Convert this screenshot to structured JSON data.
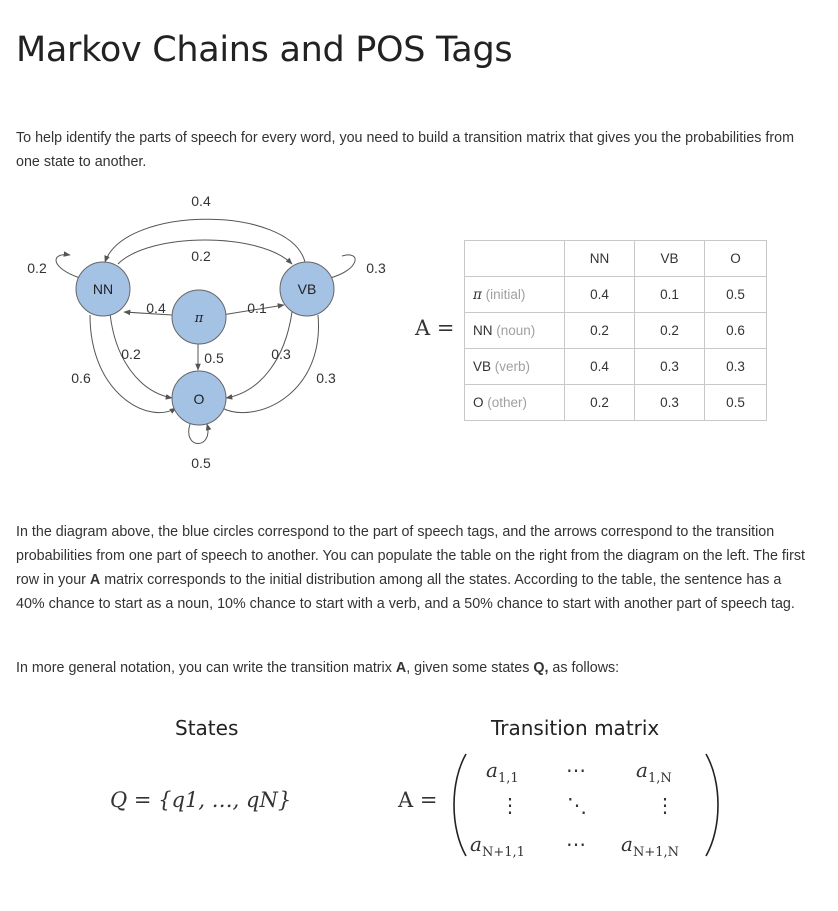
{
  "page": {
    "title": "Markov Chains and POS Tags",
    "intro": "To help identify the parts of speech for every word, you need to build a transition matrix that gives you the probabilities from one state to another.",
    "explain_parts": [
      "In the diagram above, the blue circles correspond to the part of speech tags, and the arrows correspond to the transition probabilities from one part of speech to another. You can populate the table on the right from the diagram on the left. The first row in your ",
      "A",
      " matrix corresponds to the initial distribution among all the states. According to the table, the sentence has a 40% chance to start as a noun, 10% chance to start with a verb, and a 50% chance to start with another part of speech tag."
    ],
    "notation_parts": [
      "In more general notation, you can write the transition matrix ",
      "A",
      ", given some states ",
      "Q,",
      " as follows:"
    ]
  },
  "diagram": {
    "node_fill": "#a4c2e4",
    "nodes": {
      "nn": "NN",
      "vb": "VB",
      "pi": "π",
      "o": "O"
    },
    "labels": {
      "top_outer": "0.4",
      "top_inner": "0.2",
      "nn_self": "0.2",
      "vb_self": "0.3",
      "pi_to_nn": "0.4",
      "pi_to_vb": "0.1",
      "pi_to_o": "0.5",
      "nn_to_o_inner": "0.2",
      "nn_to_o_outer": "0.6",
      "vb_to_o_inner": "0.3",
      "vb_to_o_outer": "0.3",
      "o_self": "0.5"
    }
  },
  "matrix": {
    "lhs": "A =",
    "headers": [
      "NN",
      "VB",
      "O"
    ],
    "rows": [
      {
        "tag": "π",
        "desc": "(initial)",
        "values": [
          "0.4",
          "0.1",
          "0.5"
        ]
      },
      {
        "tag": "NN",
        "desc": "(noun)",
        "values": [
          "0.2",
          "0.2",
          "0.6"
        ]
      },
      {
        "tag": "VB",
        "desc": "(verb)",
        "values": [
          "0.4",
          "0.3",
          "0.3"
        ]
      },
      {
        "tag": "O",
        "desc": "(other)",
        "values": [
          "0.2",
          "0.3",
          "0.5"
        ]
      }
    ]
  },
  "general": {
    "states_caption": "States",
    "transition_caption": "Transition matrix",
    "q_set": "Q = {q1, …, qN}",
    "a_lhs": "A =",
    "cells": [
      "a",
      "1,1",
      "a",
      "1,N",
      "a",
      "N+1,1",
      "a",
      "N+1,N"
    ]
  }
}
